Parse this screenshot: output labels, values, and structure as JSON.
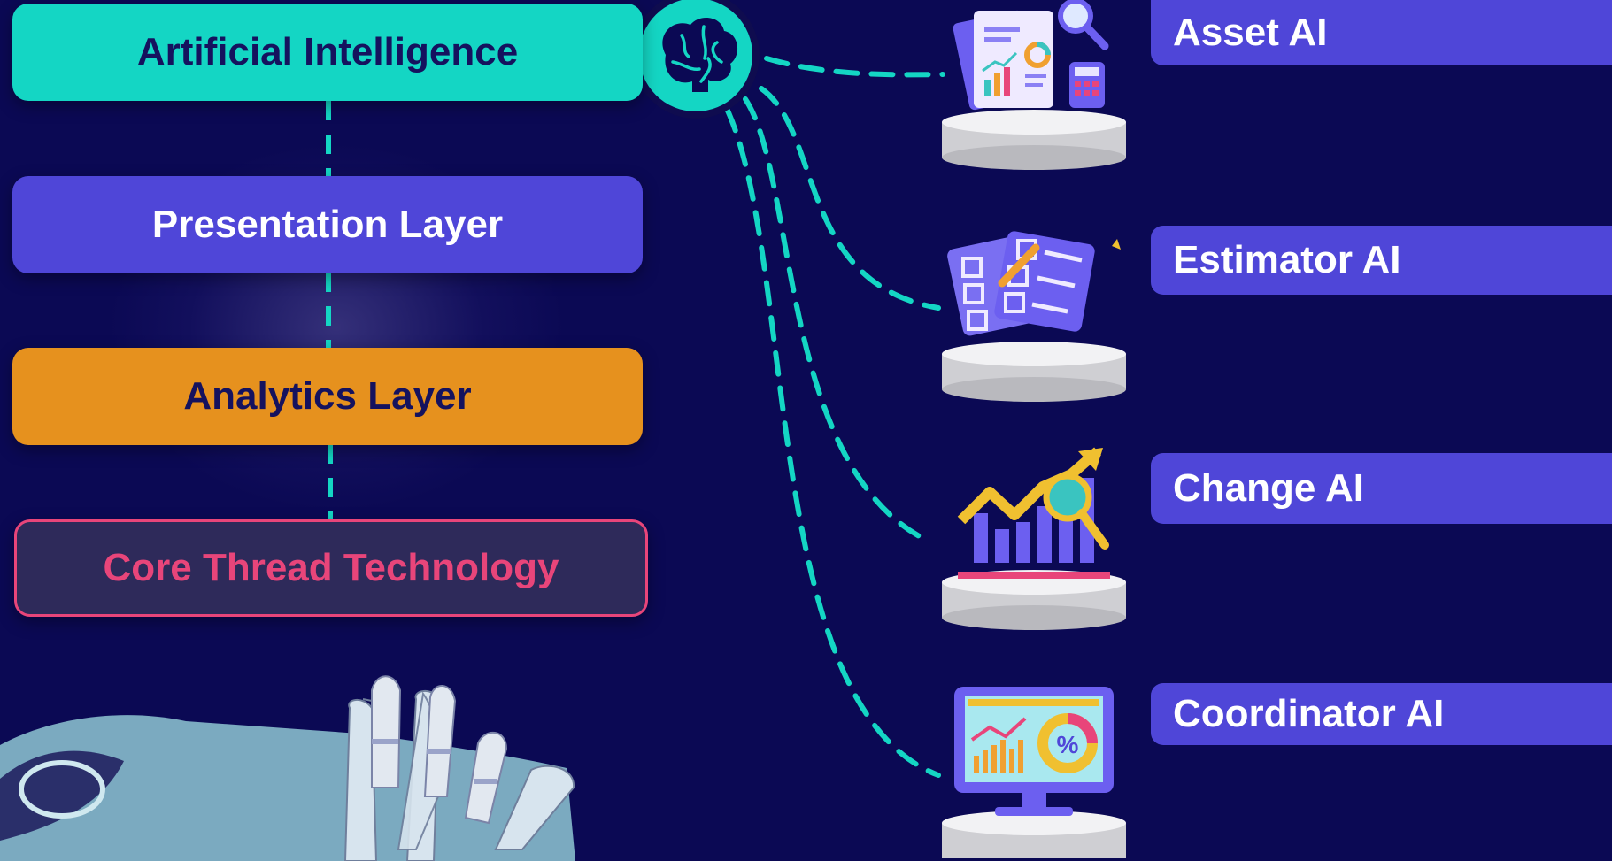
{
  "layers": {
    "ai": "Artificial Intelligence",
    "presentation": "Presentation Layer",
    "analytics": "Analytics Layer",
    "core": "Core Thread Technology"
  },
  "modules": {
    "asset": "Asset AI",
    "estimator": "Estimator AI",
    "change": "Change AI",
    "coordinator": "Coordinator AI"
  },
  "colors": {
    "background": "#0b0954",
    "teal": "#14d6c4",
    "purple": "#4f46d8",
    "orange": "#e6911e",
    "pink": "#e8457a",
    "navy_text": "#15125e"
  },
  "icons": [
    "brain-icon",
    "report-document-icon",
    "checklist-icon",
    "growth-chart-icon",
    "dashboard-monitor-icon",
    "robot-hand-image"
  ]
}
